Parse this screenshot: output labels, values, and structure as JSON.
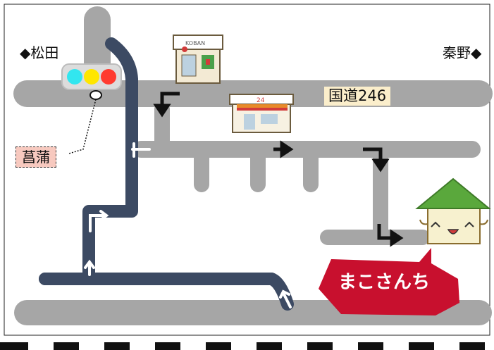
{
  "directions": {
    "left": "◆松田",
    "right": "秦野◆"
  },
  "road_label": "国道246",
  "station_label": "菖蒲",
  "destination_label": "まこさんち",
  "koban_sign": "KOBAN",
  "conv_store_sign": "24",
  "colors": {
    "road_gray": "#a6a6a6",
    "route_navy": "#3c4a63",
    "turn_arrow": "#111111",
    "destination_red": "#c8102e",
    "house_roof": "#5aa83c",
    "house_body": "#f7f1cf",
    "light_cyan": "#32e6ef",
    "light_yellow": "#ffe600",
    "light_red": "#ff3b30",
    "route_label_bg": "#fbeecb",
    "station_label_bg": "#f7c9bf"
  }
}
